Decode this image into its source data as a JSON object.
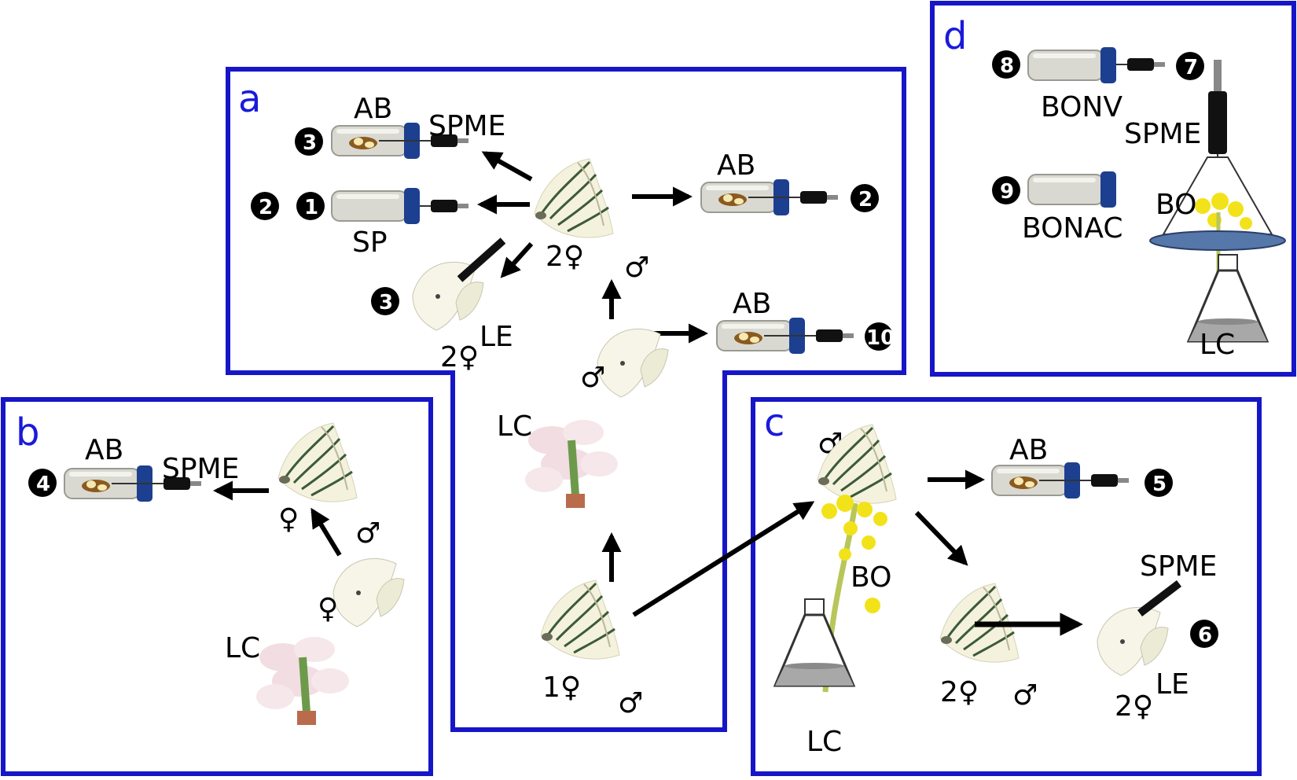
{
  "panels": {
    "a": {
      "letter": "a"
    },
    "b": {
      "letter": "b"
    },
    "c": {
      "letter": "c"
    },
    "d": {
      "letter": "d"
    }
  },
  "labels": {
    "ab": "AB",
    "spme": "SPME",
    "sp": "SP",
    "le": "LE",
    "lc": "LC",
    "bo": "BO",
    "bonv": "BONV",
    "bonac": "BONAC",
    "female": "♀",
    "male": "♂",
    "two_female": "2♀",
    "one_female": "1♀"
  },
  "samples": {
    "n1": "1",
    "n2": "2",
    "n3": "3",
    "n4": "4",
    "n5": "5",
    "n6": "6",
    "n7": "7",
    "n8": "8",
    "n9": "9",
    "n10": "10"
  },
  "colors": {
    "frame": "#1616c8",
    "arrow": "#000000",
    "cap": "#1d3f8f",
    "vial_glass": "#d9d9d2",
    "wing": "#f4f2dc",
    "vein": "#3c5a3a",
    "flower": "#f1dde2",
    "rape_flower": "#f2e21a",
    "dish": "#5577aa"
  }
}
